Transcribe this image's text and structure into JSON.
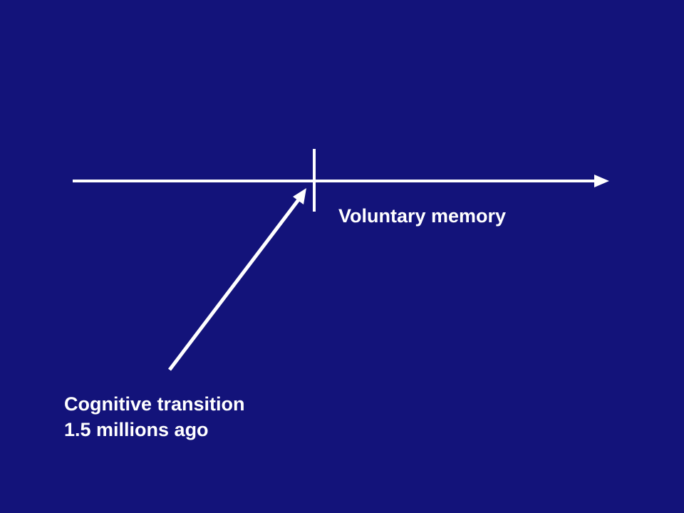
{
  "colors": {
    "background": "#13137a",
    "foreground": "#ffffff"
  },
  "timeline": {
    "marker_label": "Voluntary memory"
  },
  "annotation": {
    "line1": "Cognitive transition",
    "line2": "1.5 millions ago"
  }
}
